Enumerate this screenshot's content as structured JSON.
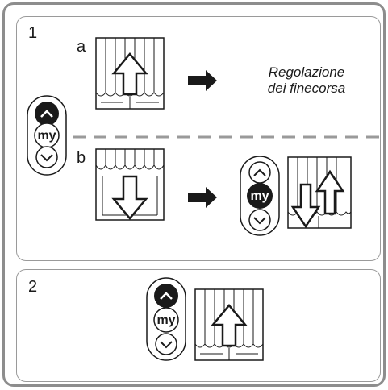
{
  "steps": [
    {
      "number": "1",
      "sub_a": "a",
      "sub_b": "b",
      "caption_line1": "Regolazione",
      "caption_line2": "dei finecorsa"
    },
    {
      "number": "2"
    }
  ],
  "remote": {
    "my_label": "my"
  },
  "colors": {
    "frame": "#8d8d8d",
    "ink": "#1a1a1a",
    "dashed": "#9a9a9a",
    "active_button": "#1a1a1a"
  }
}
